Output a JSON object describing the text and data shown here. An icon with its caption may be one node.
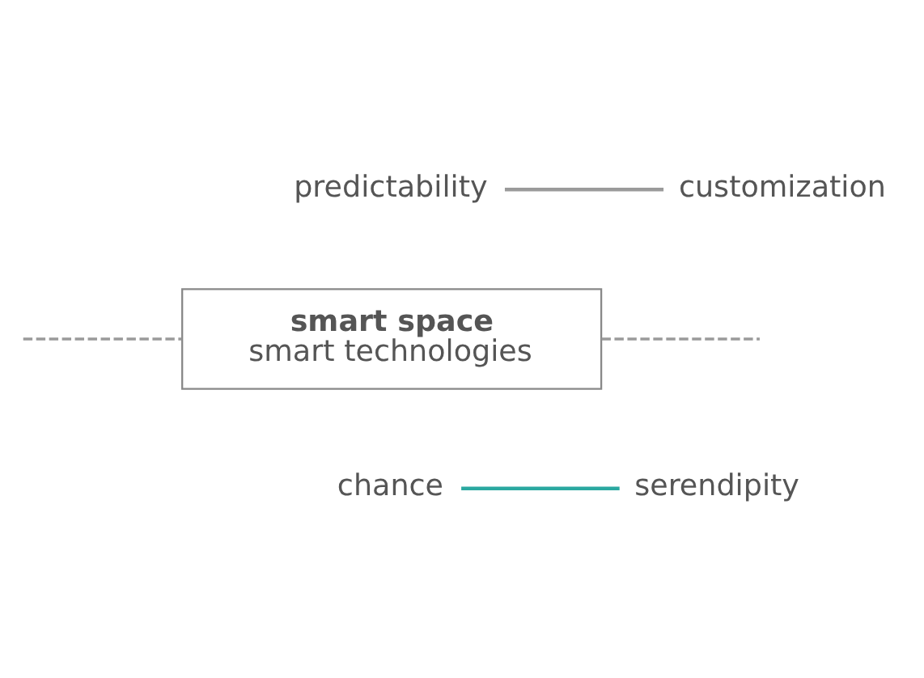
{
  "diagram": {
    "nodes": [
      {
        "text": [
          "predictability"
        ]
      },
      {
        "text": [
          "customization"
        ]
      },
      {
        "text": [
          "smart space",
          "smart technologies"
        ]
      },
      {
        "text": [
          "chance"
        ]
      },
      {
        "text": [
          "serendipity"
        ]
      }
    ],
    "edges": [
      {
        "from": 0,
        "to": 1,
        "arrow": "none",
        "color": "#9a9a9a"
      },
      {
        "from": null,
        "to": 2,
        "arrow": "none",
        "style": "dashed",
        "color": "#9a9a9a"
      },
      {
        "from": 2,
        "to": null,
        "arrow": "none",
        "style": "dashed",
        "color": "#9a9a9a"
      },
      {
        "from": 3,
        "to": 4,
        "arrow": "none",
        "color": "#2aa8a0"
      }
    ]
  }
}
